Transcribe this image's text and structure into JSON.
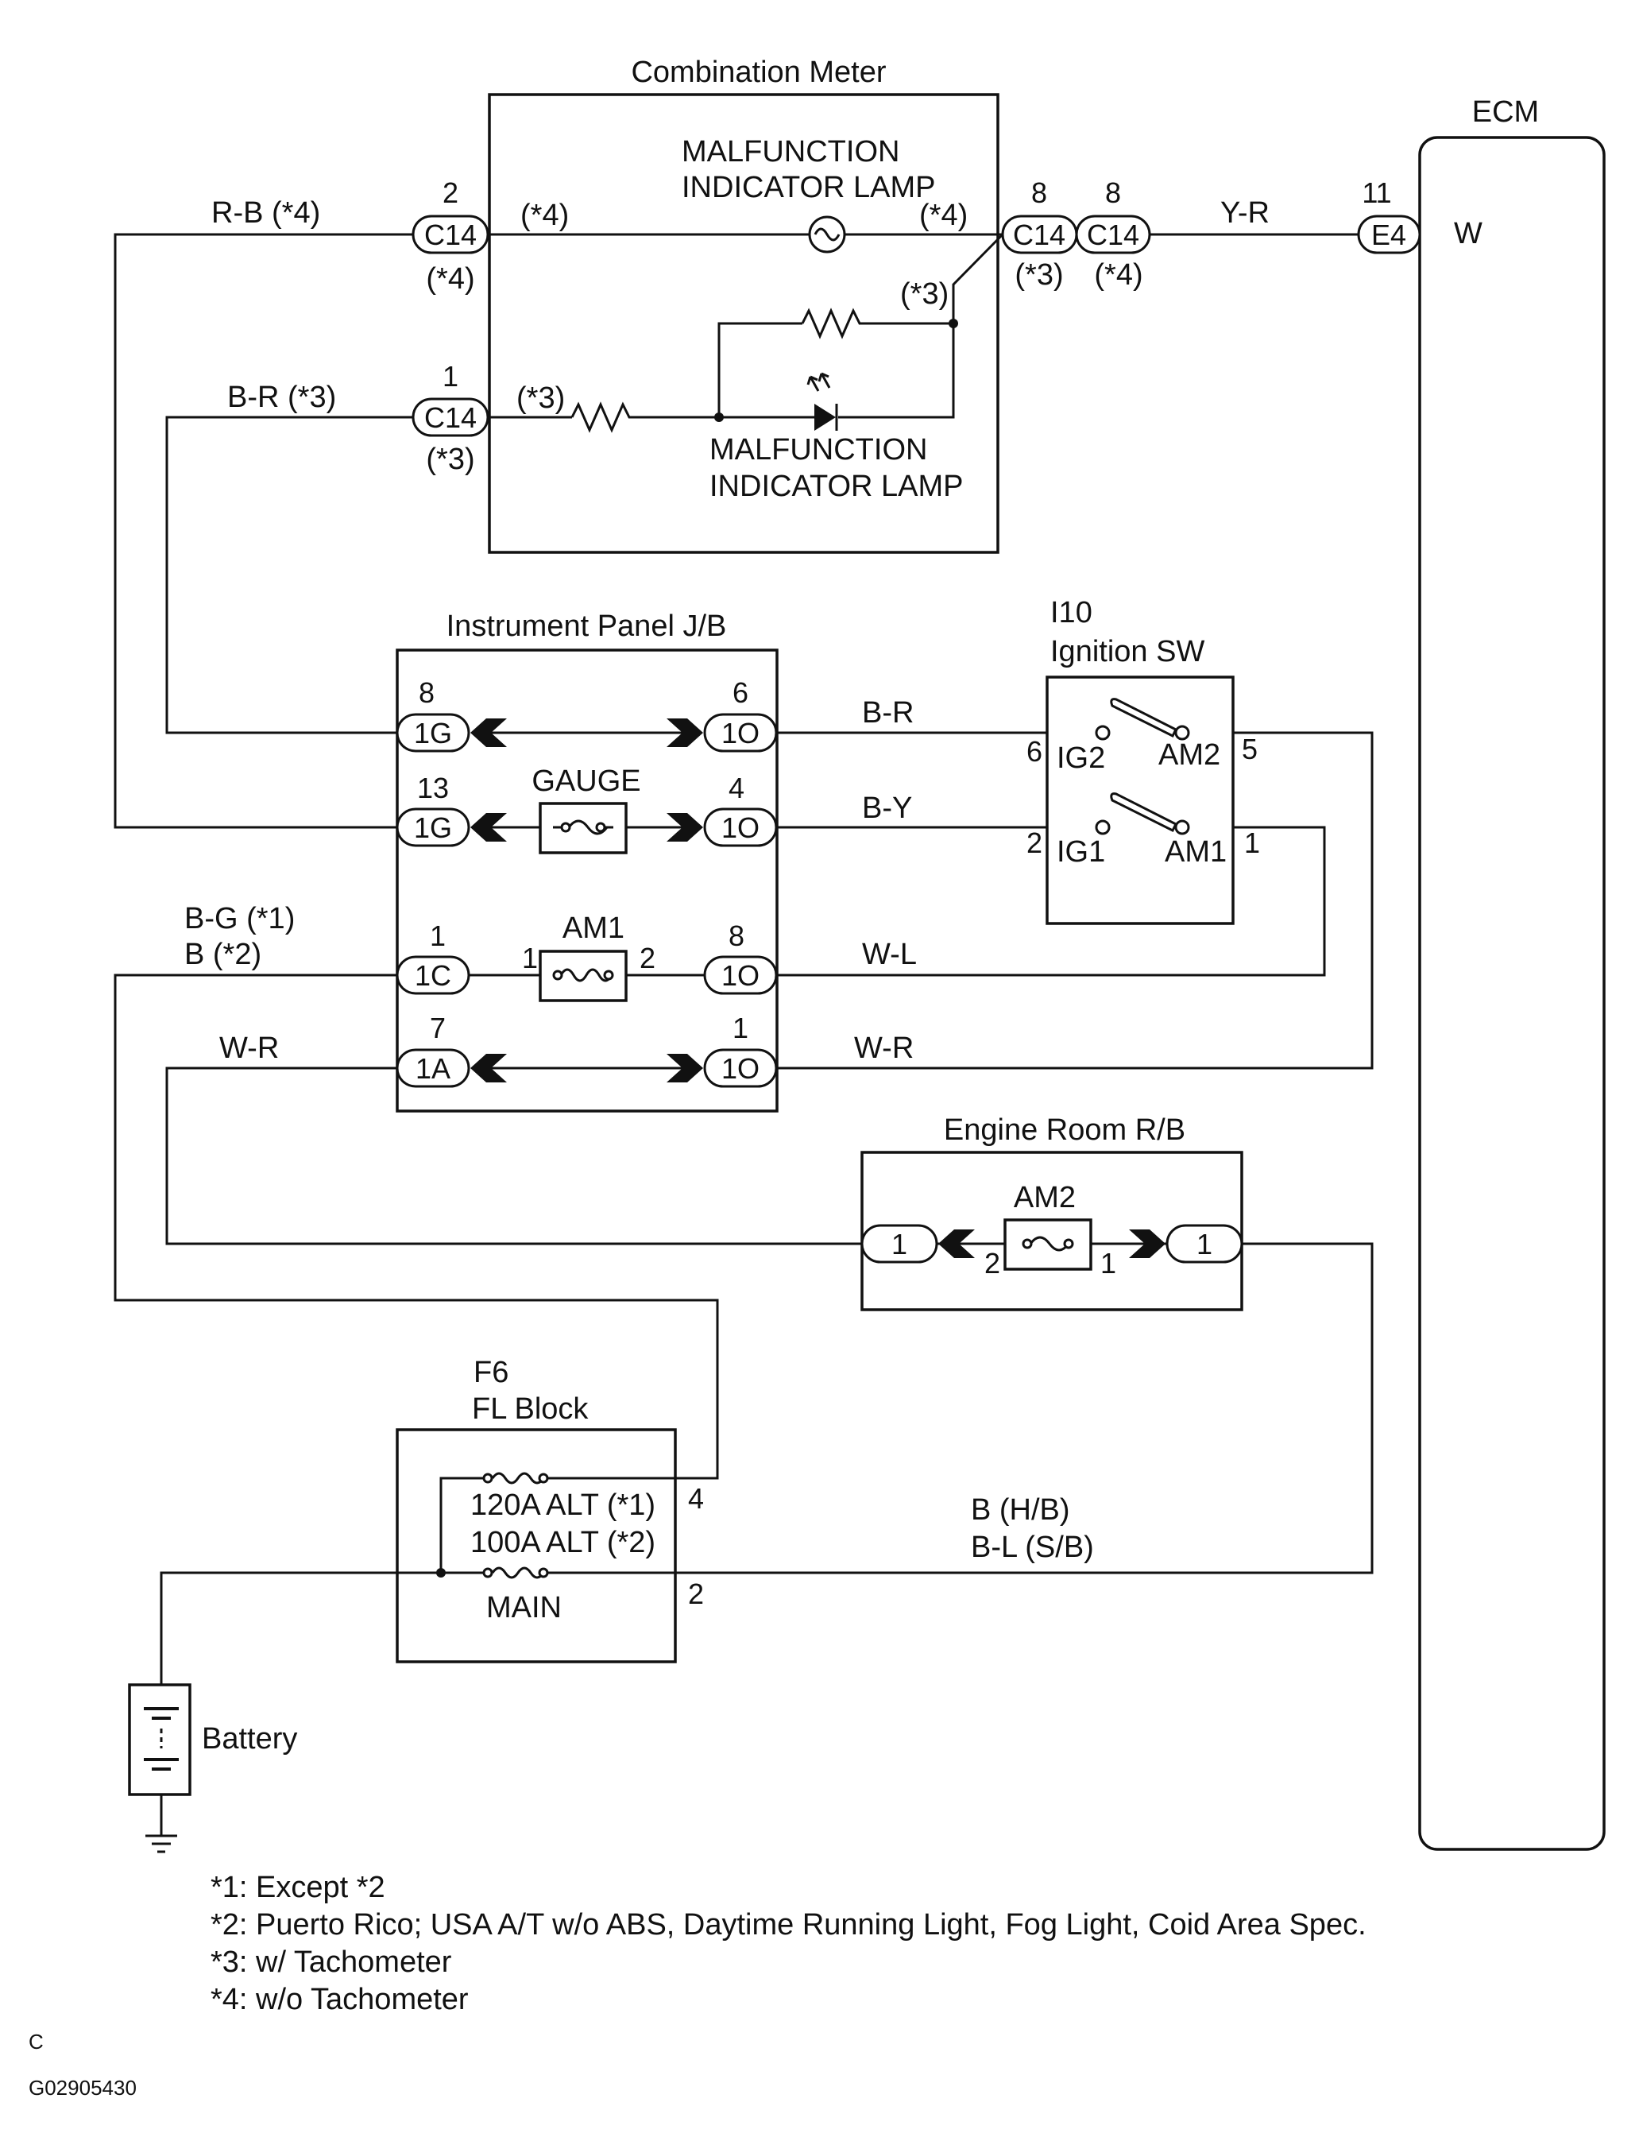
{
  "components": {
    "combination_meter": "Combination Meter",
    "ecm": "ECM",
    "ecm_pin_color": "W",
    "mil_top": [
      "MALFUNCTION",
      "INDICATOR LAMP"
    ],
    "mil_bottom": [
      "MALFUNCTION",
      "INDICATOR LAMP"
    ],
    "instrument_panel_jb": "Instrument Panel J/B",
    "ignition_sw_code": "I10",
    "ignition_sw": "Ignition SW",
    "gauge_fuse": "GAUGE",
    "am1_fuse": "AM1",
    "am2_fuse": "AM2",
    "engine_room_rb": "Engine Room R/B",
    "fl_block_code": "F6",
    "fl_block": "FL Block",
    "fl_120a": "120A ALT (*1)",
    "fl_100a": "100A ALT (*2)",
    "fl_main": "MAIN",
    "battery": "Battery"
  },
  "wires": {
    "rb": "R-B  (*4)",
    "br_meter": "B-R  (*3)",
    "yr": "Y-R",
    "br_jb": "B-R",
    "by": "B-Y",
    "bg": "B-G  (*1)",
    "b2": "B (*2)",
    "wl": "W-L",
    "wr_left": "W-R",
    "wr_right": "W-R",
    "bhb": "B (H/B)",
    "bl": "B-L  (S/B)"
  },
  "connectors": {
    "c14_2": "C14",
    "c14_1": "C14",
    "c14_8a": "C14",
    "c14_8b": "C14",
    "e4": "E4",
    "1g_8": "1G",
    "1g_13": "1G",
    "1c_1": "1C",
    "1a_7": "1A",
    "1o_6": "1O",
    "1o_4": "1O",
    "1o_8": "1O",
    "1o_1": "1O",
    "rb_left": "1",
    "rb_right": "1"
  },
  "pins": {
    "c14_2": "2",
    "c14_1": "1",
    "c14_8a": "8",
    "c14_8b": "8",
    "e4": "11",
    "jb_8": "8",
    "jb_13": "13",
    "jb_1": "1",
    "jb_7": "7",
    "jb_6": "6",
    "jb_4": "4",
    "jb_8r": "8",
    "jb_1r": "1",
    "am1_in": "1",
    "am1_out": "2",
    "sw_6": "6",
    "sw_5": "5",
    "sw_2": "2",
    "sw_1": "1",
    "am2_in": "2",
    "am2_out": "1",
    "fl_4": "4",
    "fl_2": "2"
  },
  "terminals": {
    "ig2": "IG2",
    "am2": "AM2",
    "ig1": "IG1",
    "am1": "AM1"
  },
  "notes": {
    "star4": "(*4)",
    "star3": "(*3)"
  },
  "footnotes": [
    "*1: Except *2",
    "*2: Puerto Rico; USA A/T w/o ABS, Daytime Running Light, Fog Light, Coid Area Spec.",
    "*3: w/ Tachometer",
    "*4: w/o Tachometer"
  ],
  "footer": {
    "code_letter": "C",
    "figure_id": "G02905430"
  }
}
